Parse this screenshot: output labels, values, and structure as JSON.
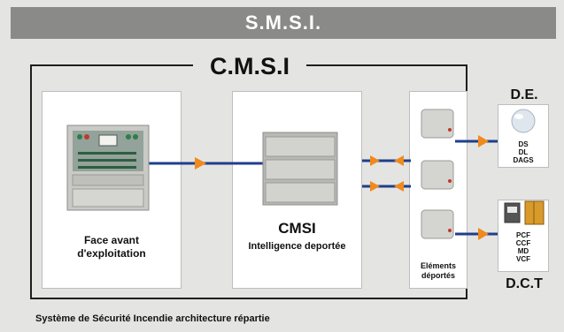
{
  "header": {
    "title": "S.M.S.I."
  },
  "cmsi": {
    "title": "C.M.S.I"
  },
  "panels": {
    "face": {
      "line1": "Face avant",
      "line2": "d'exploitation"
    },
    "cmsi": {
      "title": "CMSI",
      "subtitle": "Intelligence deportée"
    },
    "elements": {
      "line1": "Eléments",
      "line2": "déportés"
    }
  },
  "outputs": {
    "de": {
      "title": "D.E.",
      "items": [
        "DS",
        "DL",
        "DAGS"
      ]
    },
    "dct": {
      "title": "D.C.T",
      "items": [
        "PCF",
        "CCF",
        "MD",
        "VCF"
      ]
    }
  },
  "footer": {
    "caption": "Système de Sécurité Incendie architecture répartie"
  },
  "colors": {
    "header_bg": "#8a8a89",
    "line": "#1f3f8a",
    "arrow": "#f08a1c",
    "frame": "#1e1e1e"
  }
}
